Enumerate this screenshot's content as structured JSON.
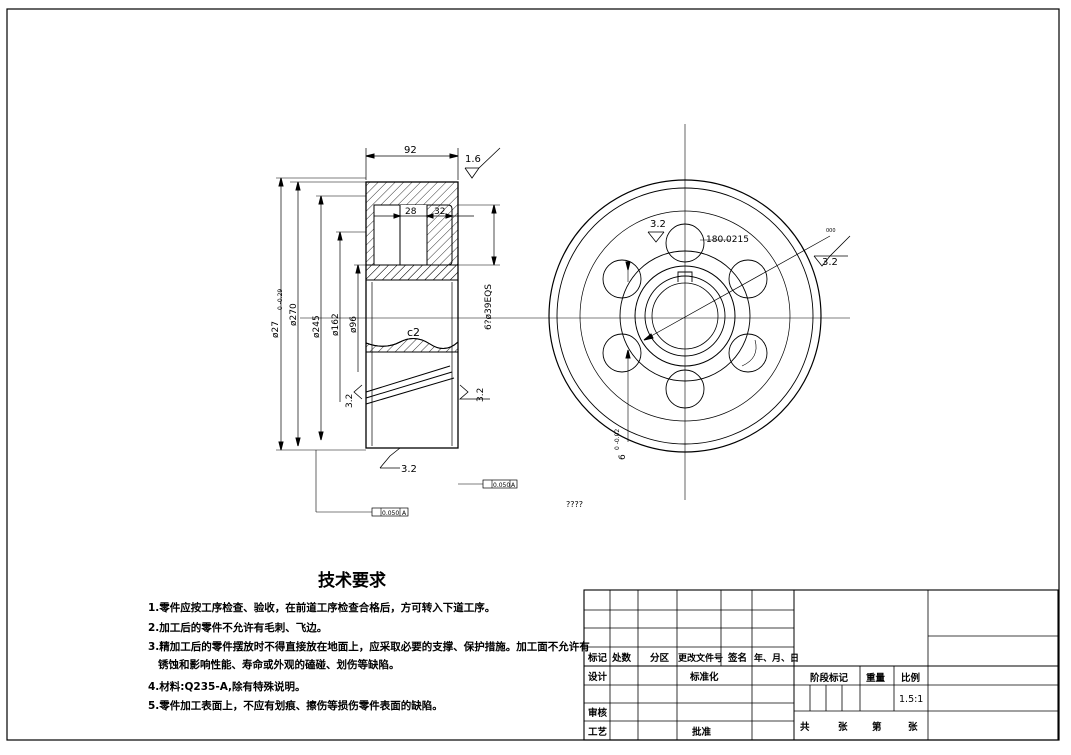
{
  "front_view": {
    "dims": {
      "width_top": "92",
      "bore_w1": "28",
      "bore_w2": "32",
      "d_outer": "ø27",
      "d_outer_tol": "0 -0.29",
      "d_270": "ø270",
      "d_245": "ø245",
      "d_162": "ø162",
      "d_96": "ø96",
      "holes": "6?ø39EQS",
      "chamfer": "c2"
    },
    "roughness": {
      "top": "1.6",
      "left": "3.2",
      "right": "3.2",
      "bottom": "3.2"
    },
    "tolerance_frames": {
      "runout_left": "0.050",
      "runout_left_ref": "A",
      "runout_right": "0.050",
      "runout_right_ref": "A"
    }
  },
  "side_view": {
    "roughness_left": "3.2",
    "roughness_right": "3.2",
    "keyway_dim": "180.0215",
    "keyway_width": "6",
    "keyway_tol": "0 -0.02",
    "small_label": "000",
    "unknown_label": "????"
  },
  "requirements": {
    "title": "技术要求",
    "items": [
      "1.零件应按工序检查、验收，在前道工序检查合格后，方可转入下道工序。",
      "2.加工后的零件不允许有毛刺、飞边。",
      "3.精加工后的零件摆放时不得直接放在地面上，应采取必要的支撑、保护措施。加工面不允许有",
      "锈蚀和影响性能、寿命或外观的磕碰、划伤等缺陷。",
      "4.材料:Q235-A,除有特殊说明。",
      "5.零件加工表面上，不应有划痕、擦伤等损伤零件表面的缺陷。"
    ]
  },
  "title_block": {
    "mark": "标记",
    "count": "处数",
    "zone": "分区",
    "change_doc": "更改文件号",
    "sign": "签名",
    "date": "年、月、日",
    "design": "设计",
    "standardize": "标准化",
    "stage_mark": "阶段标记",
    "weight": "重量",
    "scale": "比例",
    "scale_value": "1.5:1",
    "review": "审核",
    "process": "工艺",
    "approve": "批准",
    "total": "共",
    "sheets": "张",
    "page": "第",
    "sheet_end": "张"
  }
}
